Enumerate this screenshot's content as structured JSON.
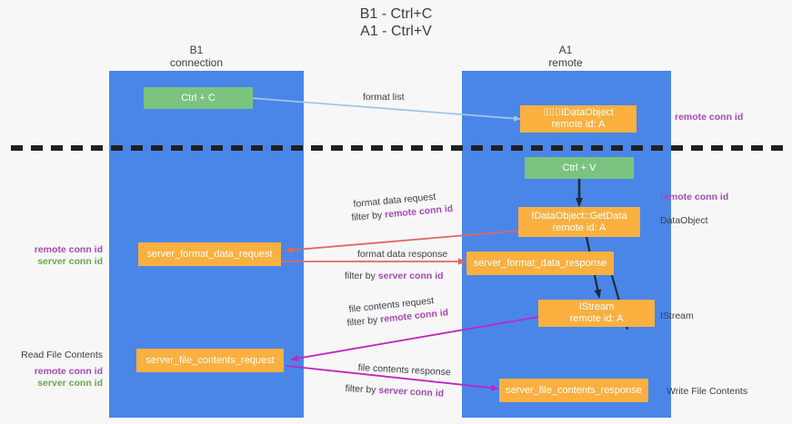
{
  "title": {
    "line1": "B1 - Ctrl+C",
    "line2": "A1 - Ctrl+V"
  },
  "colors": {
    "lane": "#4a86e8",
    "green_node": "#7ac47f",
    "orange_node": "#fbb040",
    "background": "#f7f7f7",
    "divider": "#202020",
    "remote_conn_id": "#a64ab8",
    "server_conn_id": "#6aa84f",
    "arrow_format": "#e06666",
    "arrow_file": "#c026c0",
    "arrow_light_blue": "#9fc5e8",
    "arrow_dark": "#1f2b3a",
    "text": "#3c4043"
  },
  "columns": [
    {
      "id": "b1",
      "name": "B1",
      "sub": "connection"
    },
    {
      "id": "a1",
      "name": "A1",
      "sub": "remote"
    }
  ],
  "nodes": [
    {
      "id": "ctrl-c",
      "kind": "green",
      "line1": "Ctrl + C",
      "line2": ""
    },
    {
      "id": "idataobject",
      "kind": "orange",
      "line1": "⌷⌷⌷IDataObject",
      "line2": "remote id: A"
    },
    {
      "id": "ctrl-v",
      "kind": "green",
      "line1": "Ctrl + V",
      "line2": ""
    },
    {
      "id": "getdata",
      "kind": "orange",
      "line1": "IDataObject::GetData",
      "line2": "remote id: A"
    },
    {
      "id": "server-format-data-request",
      "kind": "orange",
      "line1": "server_format_data_request",
      "line2": ""
    },
    {
      "id": "server-format-data-response",
      "kind": "orange",
      "line1": "server_format_data_response",
      "line2": ""
    },
    {
      "id": "istream",
      "kind": "orange",
      "line1": "IStream",
      "line2": "remote id: A"
    },
    {
      "id": "server-file-contents-request",
      "kind": "orange",
      "line1": "server_file_contents_request",
      "line2": ""
    },
    {
      "id": "server-file-contents-response",
      "kind": "orange",
      "line1": "server_file_contents_response",
      "line2": ""
    }
  ],
  "edge_labels": {
    "format_list": "format list",
    "format_data_request": "format data request",
    "format_data_request_filter_prefix": "filter by ",
    "format_data_request_filter_value": "remote conn id",
    "format_data_response": "format data response",
    "format_data_response_filter_prefix": "filter by ",
    "format_data_response_filter_value": "server conn id",
    "file_contents_request": "file contents request",
    "file_contents_request_filter_prefix": "filter by ",
    "file_contents_request_filter_value": "remote conn id",
    "file_contents_response": "file contents response",
    "file_contents_response_filter_prefix": "filter by ",
    "file_contents_response_filter_value": "server conn id"
  },
  "annotations": {
    "right_top_remote_conn_id": "remote conn id",
    "right_mid_remote_conn_id": "remote conn id",
    "right_dataobject": "DataObject",
    "right_istream": "IStream",
    "right_write_file_contents": "Write File Contents",
    "left_remote_conn_id": "remote conn id",
    "left_server_conn_id": "server conn id",
    "left_read_file_contents": "Read File Contents",
    "left_remote_conn_id_2": "remote conn id",
    "left_server_conn_id_2": "server conn id"
  }
}
